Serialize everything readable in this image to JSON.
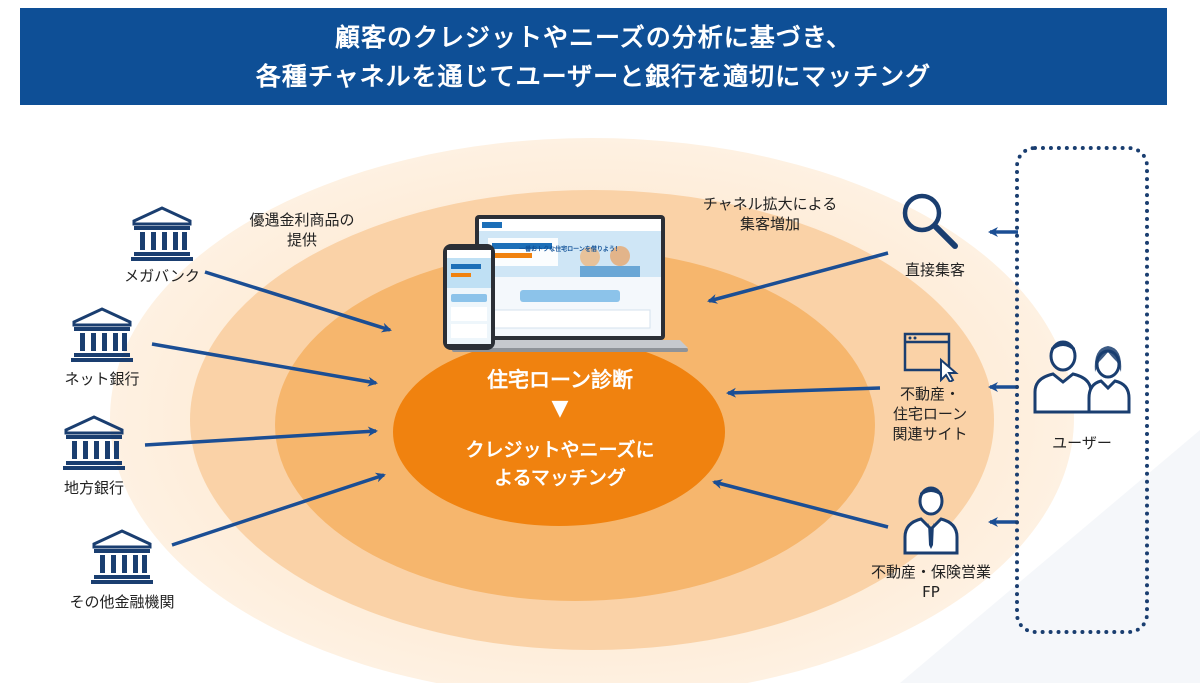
{
  "header": {
    "line1": "顧客のクレジットやニーズの分析に基づき、",
    "line2": "各種チャネルを通じてユーザーと銀行を適切にマッチング"
  },
  "banks": [
    {
      "label": "メガバンク"
    },
    {
      "label": "ネット銀行"
    },
    {
      "label": "地方銀行"
    },
    {
      "label": "その他金融機関"
    }
  ],
  "left_note": {
    "line1": "優遇金利商品の",
    "line2": "提供"
  },
  "right_note": {
    "line1": "チャネル拡大による",
    "line2": "集客増加"
  },
  "core": {
    "title": "住宅ローン診断",
    "arrow": "▼",
    "sub_line1": "クレジットやニーズに",
    "sub_line2": "よるマッチング"
  },
  "channels": [
    {
      "line1": "直接集客"
    },
    {
      "line1": "不動産・",
      "line2": "住宅ローン",
      "line3": "関連サイト"
    },
    {
      "line1": "不動産・保険営業",
      "line2": "FP"
    }
  ],
  "user": {
    "label": "ユーザー"
  },
  "site_mock": {
    "headline": "一番おトクな住宅ローンを借りよう！"
  },
  "colors": {
    "header_bg": "#0e4f96",
    "core": "#f0820f",
    "ring_inner": "#f5ac62",
    "ring_middle": "#f9cfa0",
    "ring_outer": "#fde6cd",
    "arrow": "#1b4e94",
    "icon_navy": "#1a3e70"
  }
}
